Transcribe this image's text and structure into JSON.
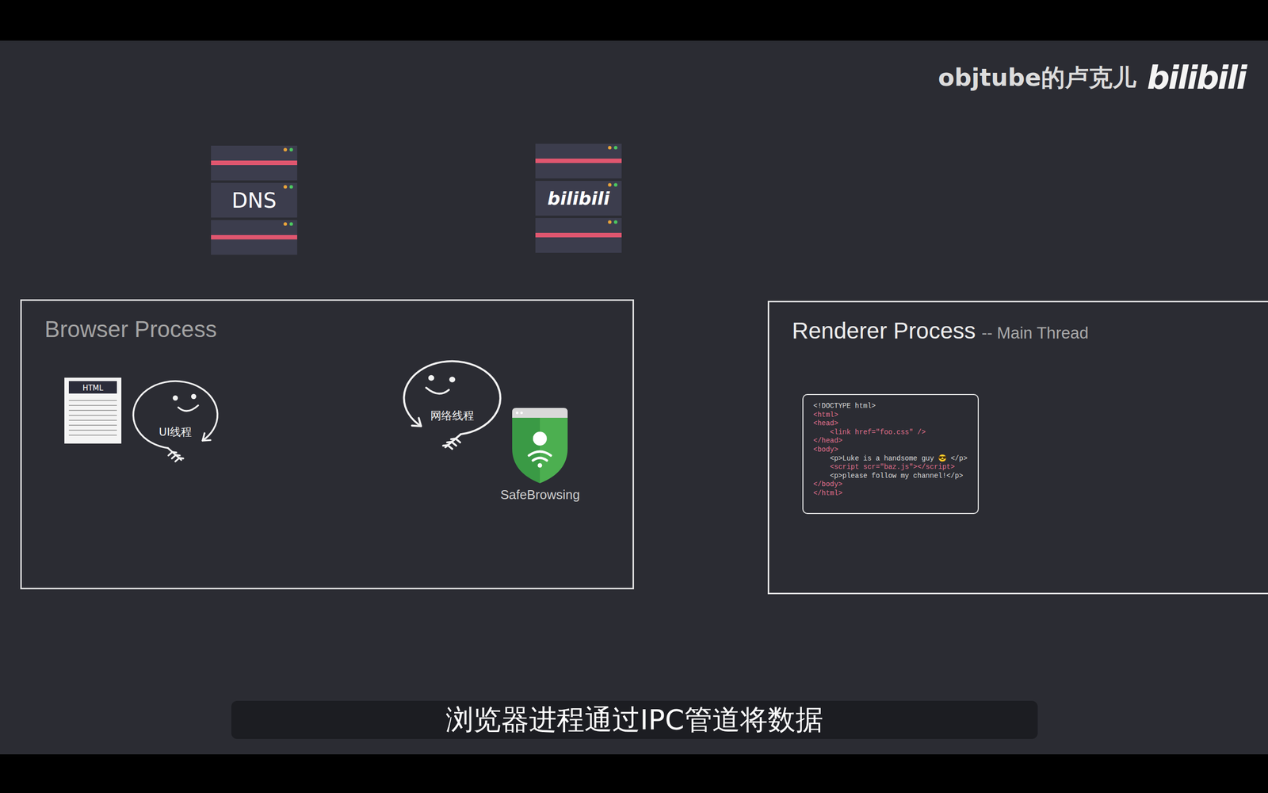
{
  "diagram": {
    "caption": "浏览器进程通过IPC管道将数据",
    "nodes": [
      {
        "text": [
          "DNS"
        ]
      },
      {
        "text": [
          "bilibili"
        ]
      },
      {
        "text": [
          "Browser Process"
        ]
      },
      {
        "text": [
          "HTML"
        ],
        "in": 2
      },
      {
        "text": [
          "UI线程"
        ],
        "in": 2
      },
      {
        "text": [
          "网络线程"
        ],
        "in": 2
      },
      {
        "text": [
          "SafeBrowsing"
        ],
        "in": 2
      },
      {
        "text": [
          "Renderer Process",
          "-- Main Thread"
        ]
      },
      {
        "text": [
          "<!DOCTYPE html>",
          "<html>",
          "<head>",
          "<link href=\"foo.css\" />",
          "</head>",
          "<body>",
          "<p>Luke is a handsome guy 😎 </p>",
          "<script scr=\"baz.js\"></script>",
          "<p>please follow my channel!</p>",
          "</body>",
          "</html>"
        ],
        "in": 7
      }
    ],
    "labels": [
      "objtube的卢克儿",
      "bilibili"
    ]
  }
}
